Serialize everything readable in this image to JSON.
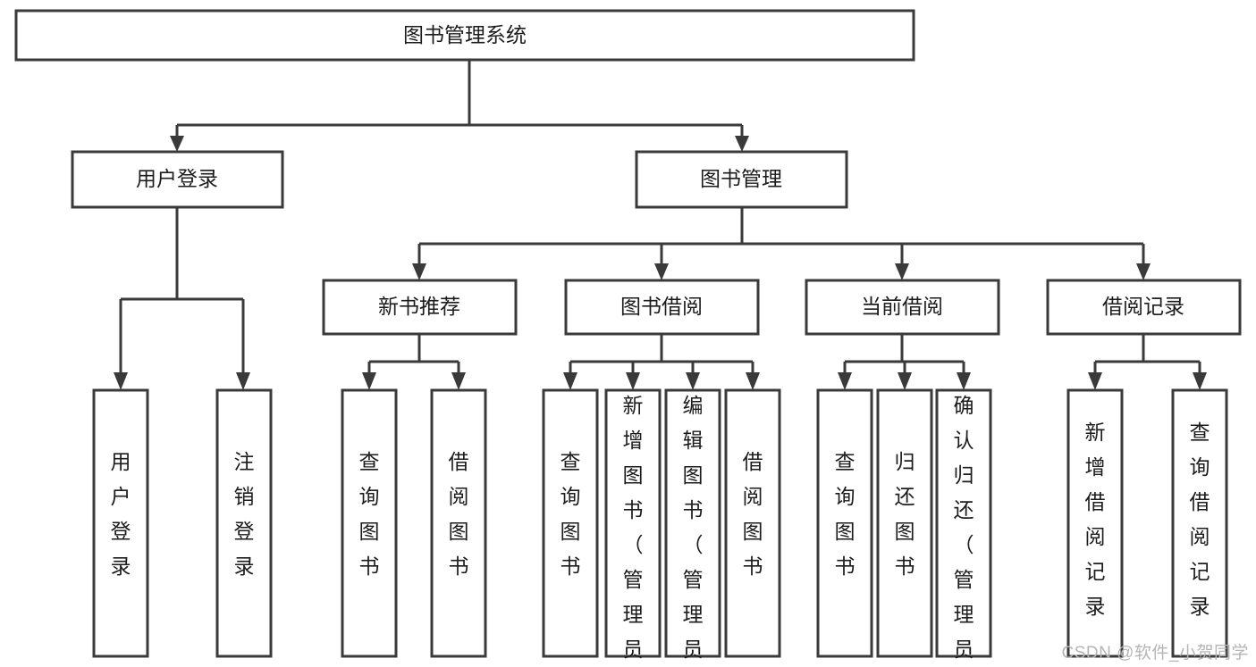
{
  "diagram": {
    "title": "图书管理系统",
    "type": "tree-hierarchy-chart",
    "root": {
      "id": "root",
      "label": "图书管理系统",
      "orientation": "horizontal"
    },
    "level2": [
      {
        "id": "user-login",
        "label": "用户登录",
        "orientation": "horizontal"
      },
      {
        "id": "book-manage",
        "label": "图书管理",
        "orientation": "horizontal"
      }
    ],
    "level3": [
      {
        "id": "new-book-recommend",
        "label": "新书推荐",
        "orientation": "horizontal",
        "parent": "book-manage"
      },
      {
        "id": "book-borrow",
        "label": "图书借阅",
        "orientation": "horizontal",
        "parent": "book-manage"
      },
      {
        "id": "current-borrow",
        "label": "当前借阅",
        "orientation": "horizontal",
        "parent": "book-manage"
      },
      {
        "id": "borrow-record",
        "label": "借阅记录",
        "orientation": "horizontal",
        "parent": "book-manage"
      }
    ],
    "leaves": [
      {
        "id": "leaf-user-login",
        "label": "用户登录",
        "parent": "user-login",
        "orientation": "vertical"
      },
      {
        "id": "leaf-user-logout",
        "label": "注销登录",
        "parent": "user-login",
        "orientation": "vertical"
      },
      {
        "id": "leaf-query-book-1",
        "label": "查询图书",
        "parent": "new-book-recommend",
        "orientation": "vertical"
      },
      {
        "id": "leaf-borrow-book-1",
        "label": "借阅图书",
        "parent": "new-book-recommend",
        "orientation": "vertical"
      },
      {
        "id": "leaf-query-book-2",
        "label": "查询图书",
        "parent": "book-borrow",
        "orientation": "vertical"
      },
      {
        "id": "leaf-add-book",
        "label": "新增图书（管理员）",
        "parent": "book-borrow",
        "orientation": "vertical"
      },
      {
        "id": "leaf-edit-book",
        "label": "编辑图书（管理员）",
        "parent": "book-borrow",
        "orientation": "vertical"
      },
      {
        "id": "leaf-borrow-book-2",
        "label": "借阅图书",
        "parent": "book-borrow",
        "orientation": "vertical"
      },
      {
        "id": "leaf-query-book-3",
        "label": "查询图书",
        "parent": "current-borrow",
        "orientation": "vertical"
      },
      {
        "id": "leaf-return-book",
        "label": "归还图书",
        "parent": "current-borrow",
        "orientation": "vertical"
      },
      {
        "id": "leaf-confirm-return",
        "label": "确认归还（管理员）",
        "parent": "current-borrow",
        "orientation": "vertical"
      },
      {
        "id": "leaf-add-record",
        "label": "新增借阅记录",
        "parent": "borrow-record",
        "orientation": "vertical"
      },
      {
        "id": "leaf-query-record",
        "label": "查询借阅记录",
        "parent": "borrow-record",
        "orientation": "vertical"
      }
    ]
  },
  "watermark": {
    "text": "CSDN @软件_小贺同学"
  },
  "colors": {
    "box_stroke": "#3a3a3a",
    "box_fill": "#ffffff",
    "text": "#1c1c1c",
    "background": "#ffffff",
    "watermark": "#b5b5b5"
  }
}
